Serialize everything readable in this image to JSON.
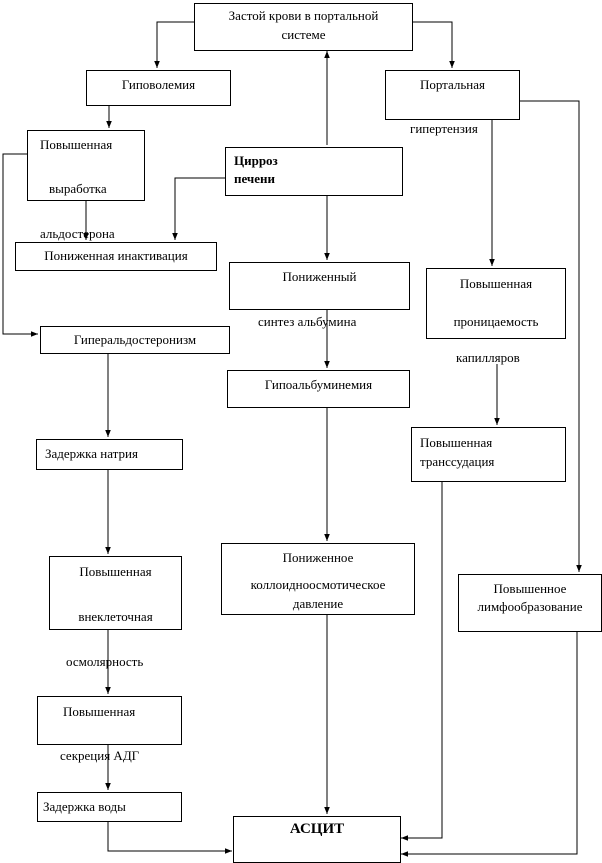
{
  "nodes": {
    "portal_stasis": {
      "line1": "Застой крови в портальной",
      "line2": "системе"
    },
    "hypovolemia": {
      "text": "Гиповолемия"
    },
    "portal_hypertension": {
      "line1": "Портальная",
      "line2": "гипертензия"
    },
    "aldosterone_production": {
      "line1": "Повышенная",
      "line2": "выработка",
      "line3": "альдостерона"
    },
    "cirrhosis": {
      "line1": "Цирроз",
      "line2": "печени"
    },
    "reduced_inactivation": {
      "text": "Пониженная инактивация"
    },
    "albumin_synthesis": {
      "line1": "Пониженный",
      "line2": "синтез альбумина"
    },
    "capillary_permeability": {
      "line1": "Повышенная",
      "line2": "проницаемость",
      "line3": "капилляров"
    },
    "hyperaldosteronism": {
      "text": "Гиперальдостеронизм"
    },
    "hypoalbuminemia": {
      "text": "Гипоальбуминемия"
    },
    "sodium_retention": {
      "text": "Задержка натрия"
    },
    "transudation": {
      "line1": "Повышенная",
      "line2": "транссудация"
    },
    "colloid_pressure": {
      "line1": "Пониженное",
      "line2": "коллоидноосмотическое",
      "line3": "давление"
    },
    "extracellular_osmolarity": {
      "line1": "Повышенная",
      "line2": "внеклеточная",
      "line3": "осмолярность"
    },
    "lymph_formation": {
      "line1": "Повышенное",
      "line2": "лимфообразование"
    },
    "adh_secretion": {
      "line1": "Повышенная",
      "line2": "секреция АДГ"
    },
    "water_retention": {
      "text": "Задержка воды"
    },
    "ascites": {
      "text": "АСЦИТ"
    }
  }
}
